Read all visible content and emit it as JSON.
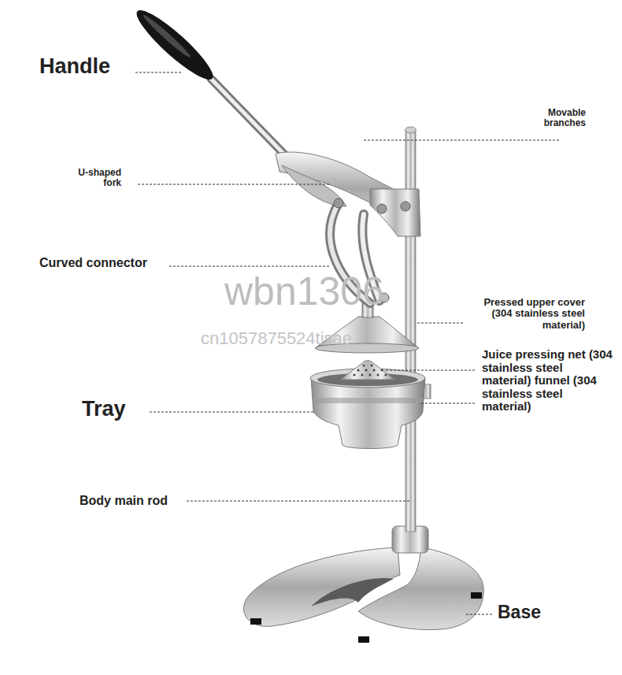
{
  "diagram": {
    "labels": [
      "Handle",
      "Movable branches",
      "U-shaped fork",
      "Curved connector",
      "wbn1306",
      "cn1057875524tisae",
      "Pressed upper cover (304 stainless steel material)",
      "Juice pressing net (304 stainless steel material) funnel (304 stainless steel material)",
      "Tray",
      "Body main rod",
      "Base"
    ]
  }
}
